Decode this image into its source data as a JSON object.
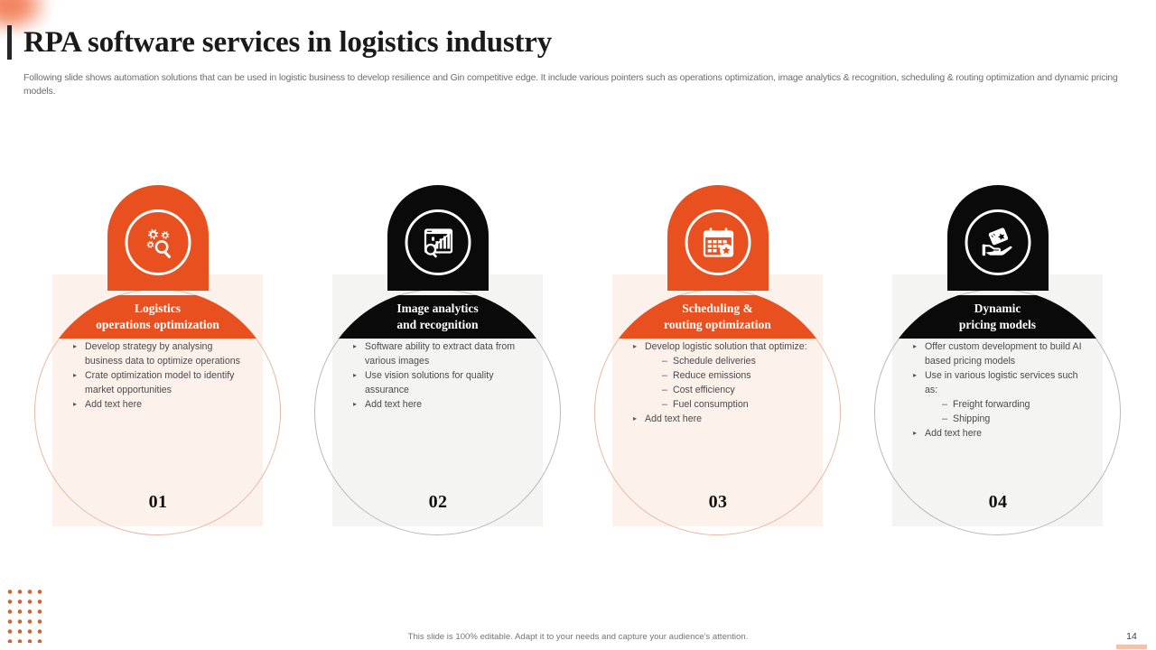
{
  "slide": {
    "title": "RPA software services in logistics industry",
    "subtitle": "Following slide shows automation solutions that can be used in logistic business to develop resilience and Gin competitive edge. It include various pointers such as operations optimization, image analytics & recognition, scheduling & routing optimization and dynamic pricing models.",
    "footer_note": "This slide is 100% editable. Adapt it to your needs and capture your audience's attention.",
    "page_number": "14"
  },
  "colors": {
    "orange": "#E8501F",
    "black": "#0A0A0A",
    "orange_tint": "#FDF1EC",
    "gray_tint": "#F4F4F2",
    "orange_ring": "#E8B8A4",
    "gray_ring": "#B9B9B9",
    "title_text": "#1A1A1A",
    "body_text": "#4A4A4A",
    "dot": "#D2622F"
  },
  "cards": [
    {
      "index": "01",
      "theme": "orange",
      "icon": "gears-magnifier-icon",
      "title_line1": "Logistics",
      "title_line2": "operations optimization",
      "bullets": [
        {
          "level": 1,
          "text": "Develop  strategy by analysing business data to optimize operations"
        },
        {
          "level": 1,
          "text": "Crate optimization model to identify market opportunities"
        },
        {
          "level": 1,
          "text": "Add text here"
        }
      ]
    },
    {
      "index": "02",
      "theme": "black",
      "icon": "bar-chart-magnifier-icon",
      "title_line1": "Image analytics",
      "title_line2": "and recognition",
      "bullets": [
        {
          "level": 1,
          "text": "Software  ability to extract data from  various images"
        },
        {
          "level": 1,
          "text": "Use vision  solutions for quality assurance"
        },
        {
          "level": 1,
          "text": "Add text here"
        }
      ]
    },
    {
      "index": "03",
      "theme": "orange",
      "icon": "calendar-star-icon",
      "title_line1": "Scheduling &",
      "title_line2": "routing optimization",
      "bullets": [
        {
          "level": 1,
          "text": "Develop  logistic solution that optimize:"
        },
        {
          "level": 2,
          "text": "Schedule  deliveries"
        },
        {
          "level": 2,
          "text": "Reduce  emissions"
        },
        {
          "level": 2,
          "text": "Cost efficiency"
        },
        {
          "level": 2,
          "text": "Fuel consumption"
        },
        {
          "level": 1,
          "text": "Add text here"
        }
      ]
    },
    {
      "index": "04",
      "theme": "black",
      "icon": "hand-price-tag-icon",
      "title_line1": "Dynamic",
      "title_line2": "pricing models",
      "bullets": [
        {
          "level": 1,
          "text": "Offer  custom development  to build AI based  pricing models"
        },
        {
          "level": 1,
          "text": "Use in various  logistic services  such as:"
        },
        {
          "level": 2,
          "text": "Freight  forwarding"
        },
        {
          "level": 2,
          "text": "Shipping"
        },
        {
          "level": 1,
          "text": "Add text here"
        }
      ]
    }
  ]
}
